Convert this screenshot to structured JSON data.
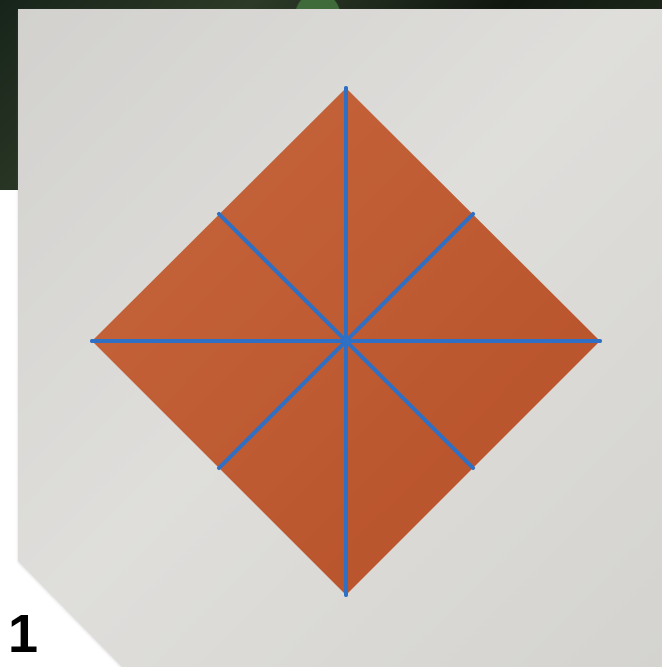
{
  "step_number": "1",
  "colors": {
    "paper": "#d9d9d6",
    "square": "#c15a34",
    "crease_lines": "#2f6fc4",
    "page_background": "#ffffff",
    "label_text": "#000000"
  },
  "diagram": {
    "shape": "diamond-square-with-crease-lines",
    "crease_pattern": [
      "vertical",
      "horizontal",
      "diagonal-left",
      "diagonal-right"
    ]
  }
}
